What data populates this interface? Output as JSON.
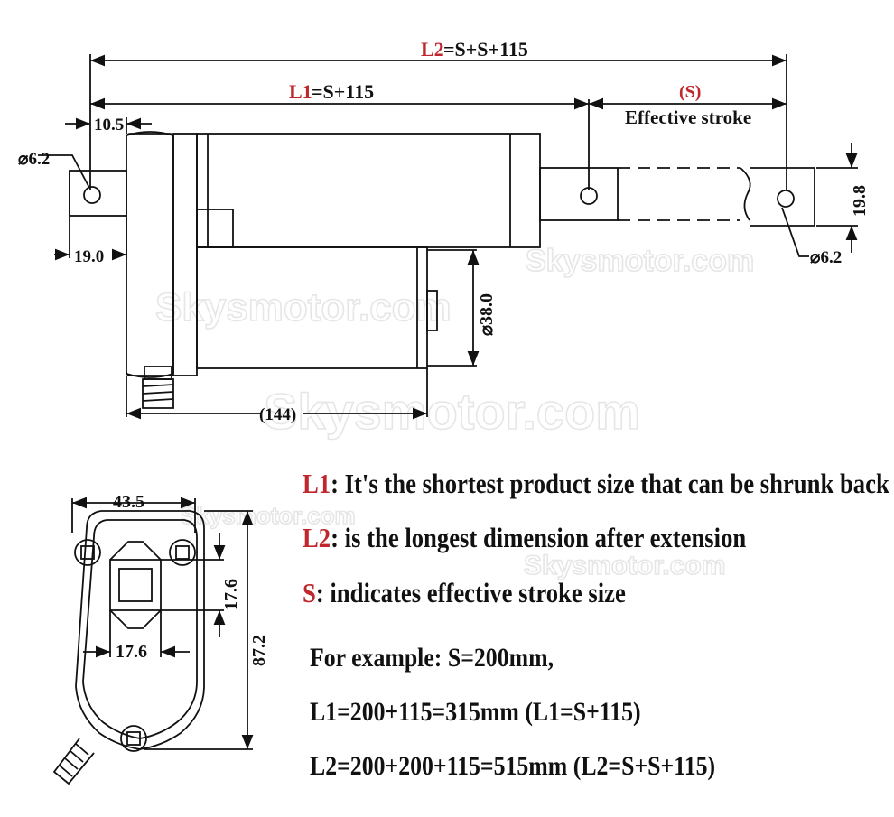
{
  "watermark": {
    "text": "Skysmotor.com"
  },
  "side_view": {
    "l2_label": {
      "key": "L2",
      "rest": "=S+S+115"
    },
    "l1_label": {
      "key": "L1",
      "rest": "=S+115"
    },
    "stroke_label": {
      "key": "(S)",
      "caption": "Effective stroke"
    },
    "dims": {
      "offset_front": "10.5",
      "hole_diameter_rear": "⌀6.2",
      "rear_clevis_height": "19.0",
      "hole_diameter_front": "⌀6.2",
      "rod_end_height": "19.8",
      "motor_diameter": "⌀38.0",
      "body_length": "(144)"
    }
  },
  "end_view": {
    "dims": {
      "width": "43.5",
      "square_height": "17.6",
      "square_width": "17.6",
      "height": "87.2"
    }
  },
  "definitions": [
    {
      "key": "L1",
      "text": ": It's the shortest product size that can be shrunk back"
    },
    {
      "key": "L2",
      "text": ": is the longest dimension after extension"
    },
    {
      "key": "S",
      "text": ": indicates effective stroke size"
    }
  ],
  "example": {
    "line1": "For example: S=200mm,",
    "line2": "L1=200+115=315mm (L1=S+115)",
    "line3": "L2=200+200+115=515mm (L2=S+S+115)"
  },
  "colors": {
    "accent": "#c0272d",
    "ink": "#111111",
    "watermark": "#e6e6e6"
  }
}
